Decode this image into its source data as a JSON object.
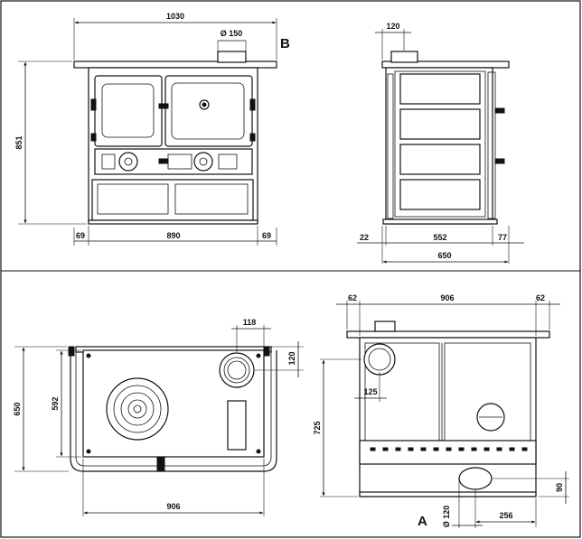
{
  "labels": {
    "view_b": "B",
    "view_a": "A"
  },
  "front_view": {
    "width_total": "1030",
    "flue_diameter": "Ø 150",
    "height": "851",
    "side_left": "69",
    "width_body": "890",
    "side_right": "69"
  },
  "side_view": {
    "flue_offset": "120",
    "left_margin": "22",
    "depth_body": "552",
    "right_margin": "77",
    "depth_total": "650"
  },
  "top_view": {
    "flue_x": "118",
    "flue_y": "120",
    "depth_total": "650",
    "depth_body": "592",
    "width_body": "906"
  },
  "rear_view": {
    "left_margin": "62",
    "width_body": "906",
    "right_margin": "62",
    "flue_offset": "125",
    "flue_height": "725",
    "air_diameter": "Ø 120",
    "air_offset": "256",
    "air_height": "90"
  }
}
